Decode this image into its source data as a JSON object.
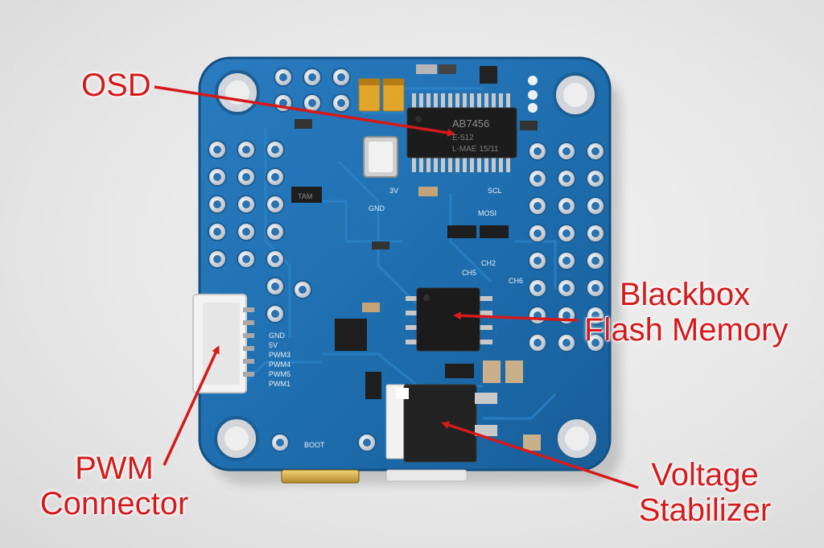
{
  "labels": {
    "osd": "OSD",
    "blackbox": [
      "Blackbox",
      "Flash Memory"
    ],
    "pwm": [
      "PWM",
      "Connector"
    ],
    "voltage": [
      "Voltage",
      "Stabilizer"
    ]
  },
  "chip_markings": {
    "osd_chip": [
      "AB7456",
      "E-512",
      "L-MAE 15/11"
    ],
    "regulator_part": "TAM"
  },
  "silkscreen": {
    "pwm_pins": [
      "GND",
      "5V",
      "PWM3",
      "PWM4",
      "PWM5",
      "PWM1"
    ],
    "ch": [
      "CH2",
      "CH5",
      "CH6"
    ],
    "misc": [
      "3V",
      "GND",
      "MOSI",
      "SCL",
      "BOOT"
    ]
  },
  "colors": {
    "pcb": "#1f6fb0",
    "pcb_dark": "#175a93",
    "label": "#d41a1a",
    "pad": "#d7dbe0",
    "chip": "#1a1a1a"
  }
}
